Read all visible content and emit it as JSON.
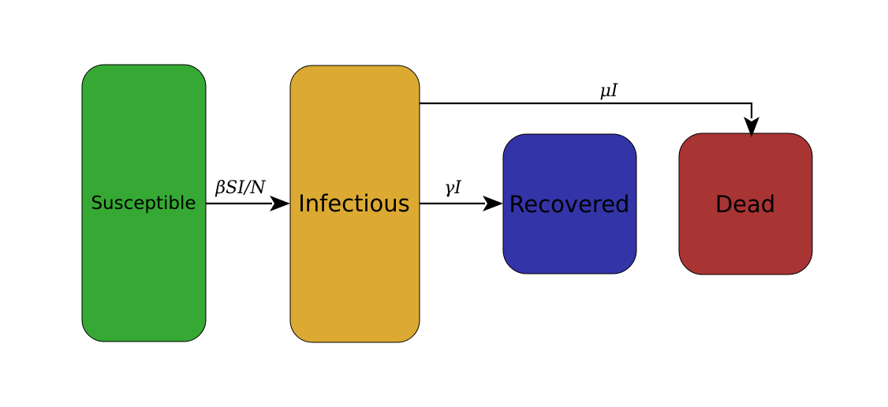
{
  "nodes": {
    "susceptible": {
      "label": "Susceptible",
      "color": "#35a933"
    },
    "infectious": {
      "label": "Infectious",
      "color": "#dcaa33"
    },
    "recovered": {
      "label": "Recovered",
      "color": "#3434a9"
    },
    "dead": {
      "label": "Dead",
      "color": "#a93434"
    }
  },
  "edges": {
    "infection": {
      "from": "susceptible",
      "to": "infectious",
      "label": "βSI/N"
    },
    "recovery": {
      "from": "infectious",
      "to": "recovered",
      "label": "γI"
    },
    "death": {
      "from": "infectious",
      "to": "dead",
      "label": "μI"
    }
  }
}
